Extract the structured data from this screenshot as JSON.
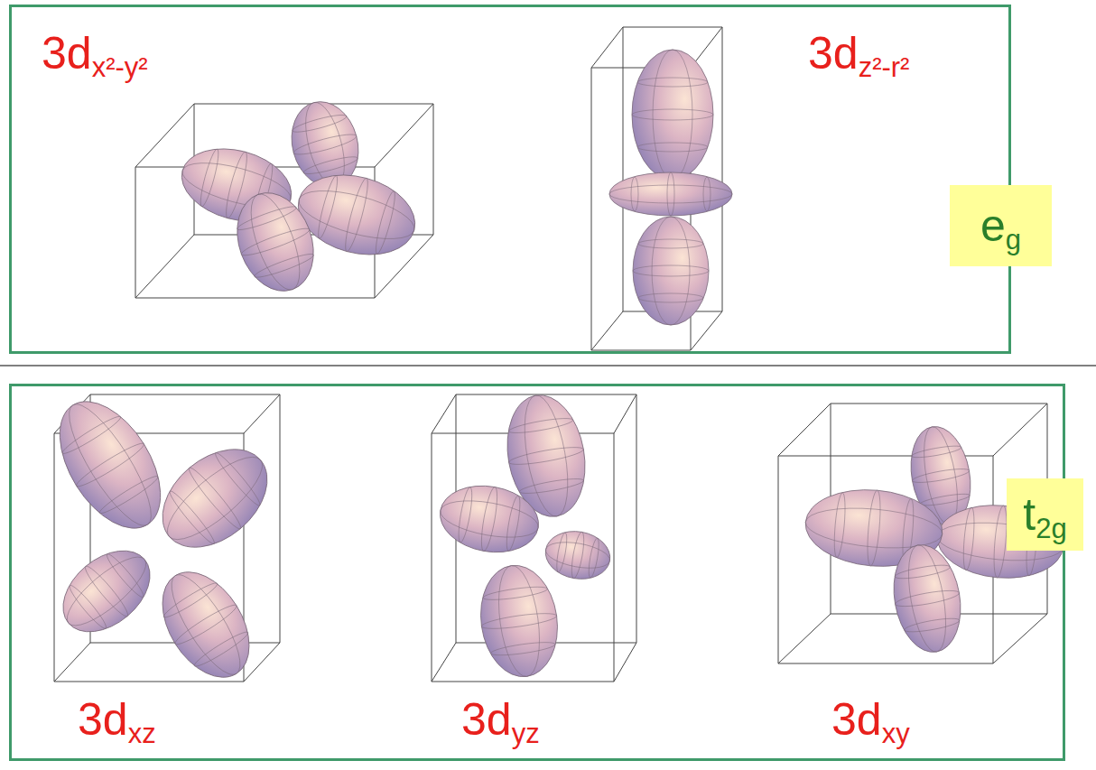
{
  "diagram": {
    "nodes": [
      {
        "text": [
          "3d",
          "x²-y²",
          "3d",
          "z²-r²"
        ]
      },
      {
        "text": [
          "e",
          "g"
        ]
      },
      {
        "text": [
          "3d",
          "xz",
          "3d",
          "yz",
          "3d",
          "xy"
        ]
      },
      {
        "text": [
          "t",
          "2g"
        ]
      }
    ]
  }
}
